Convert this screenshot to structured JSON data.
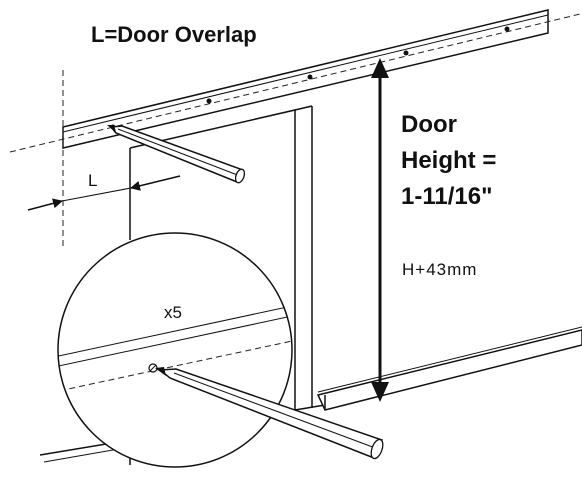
{
  "title": "L=Door Overlap",
  "height_label": {
    "line1": "Door",
    "line2": "Height =",
    "line3": "1-11/16\""
  },
  "metric_label": "H+43mm",
  "overlap_dim_label": "L",
  "count_label": "x5",
  "colors": {
    "ink": "#111111",
    "background": "#ffffff"
  }
}
